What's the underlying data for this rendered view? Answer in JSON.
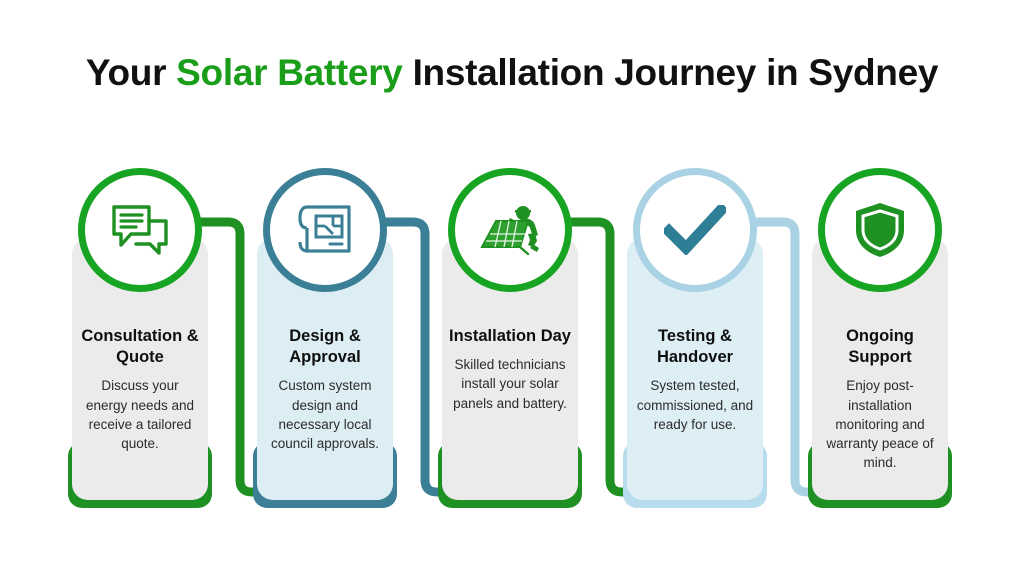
{
  "header": {
    "title_part1": "Your ",
    "title_accent": "Solar Battery",
    "title_part2": " Installation Journey in Sydney"
  },
  "colors": {
    "background": "#ffffff",
    "title_text": "#111111",
    "title_accent": "#1a9e1a",
    "green": "#18a423",
    "green_bar": "#1f9122",
    "teal": "#3b7f96",
    "light_blue": "#a9d2e4",
    "card_gray": "#ebebeb",
    "card_blue": "#dceef3",
    "card_pale_blue": "#ddeef5"
  },
  "steps": [
    {
      "index": 1,
      "icon": "chat-bubbles-icon",
      "theme": "green",
      "title": "Consultation & Quote",
      "description": "Discuss your energy needs and receive a tailored quote.",
      "connector_color": "#1f9122"
    },
    {
      "index": 2,
      "icon": "blueprint-icon",
      "theme": "teal",
      "title": "Design & Approval",
      "description": "Custom system design and necessary local council approvals.",
      "connector_color": "#3b7f96"
    },
    {
      "index": 3,
      "icon": "solar-panel-installer-icon",
      "theme": "green",
      "title": "Installation Day",
      "description": "Skilled technicians install your solar panels and battery.",
      "connector_color": "#1f9122"
    },
    {
      "index": 4,
      "icon": "checkmark-icon",
      "theme": "light-blue",
      "title": "Testing & Handover",
      "description": "System tested, commissioned, and ready for use.",
      "connector_color": "#a9d2e4"
    },
    {
      "index": 5,
      "icon": "shield-icon",
      "theme": "green",
      "title": "Ongoing Support",
      "description": "Enjoy post-installation monitoring and warranty peace of mind.",
      "connector_color": null
    }
  ]
}
